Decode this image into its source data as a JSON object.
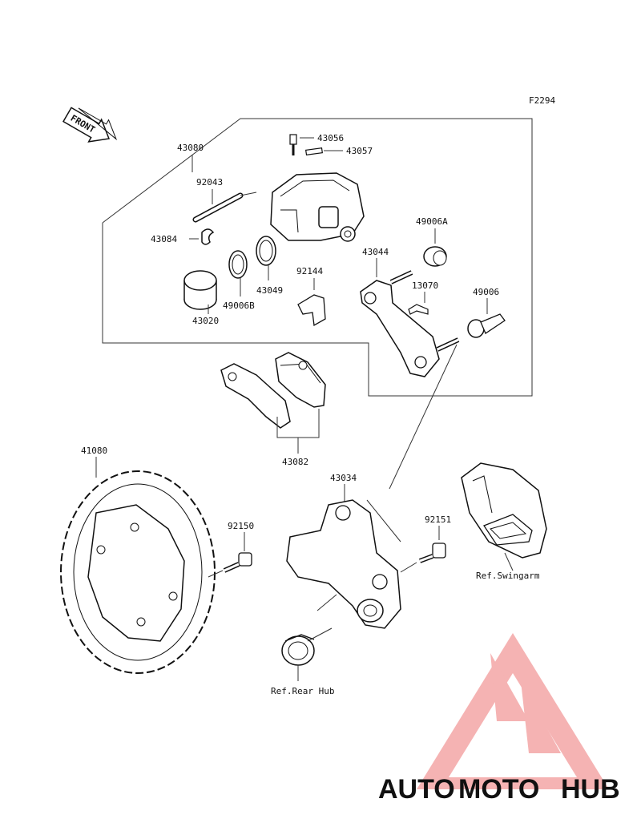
{
  "diagram": {
    "figure_code": "F2294",
    "front_label": "FRONT",
    "parts": {
      "p43080": "43080",
      "p92043": "92043",
      "p43084": "43084",
      "p43020": "43020",
      "p49006B": "49006B",
      "p43049": "43049",
      "p43056": "43056",
      "p43057": "43057",
      "p92144": "92144",
      "p43044": "43044",
      "p49006A": "49006A",
      "p13070": "13070",
      "p49006": "49006",
      "p43082": "43082",
      "p41080": "41080",
      "p92150": "92150",
      "p43034": "43034",
      "p92151": "92151"
    },
    "references": {
      "swingarm": "Ref.Swingarm",
      "rear_hub": "Ref.Rear Hub"
    }
  },
  "watermark": {
    "text_a": "AUTO",
    "text_b": "MOTO",
    "text_c": "HUB",
    "colors": {
      "orange": "#f6b26b",
      "red": "#f08080",
      "gray": "#7a7a7a"
    }
  }
}
